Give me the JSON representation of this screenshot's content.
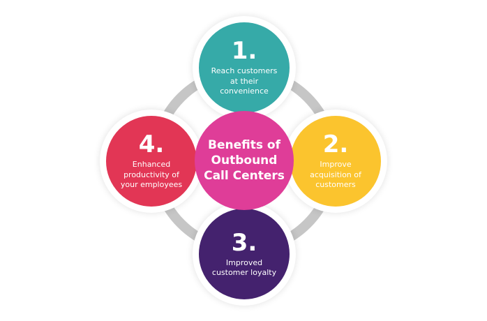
{
  "diagram": {
    "center": {
      "title": "Benefits of Outbound Call Centers",
      "color": "#df3d98"
    },
    "ring_color": "#c6c6c6",
    "nodes": [
      {
        "number": "1.",
        "text": "Reach customers at their convenience",
        "color": "#36aaa8",
        "position": "top"
      },
      {
        "number": "2.",
        "text": "Improve acquisition of customers",
        "color": "#fbc42e",
        "position": "right"
      },
      {
        "number": "3.",
        "text": "Improved customer loyalty",
        "color": "#44226e",
        "position": "bottom"
      },
      {
        "number": "4.",
        "text": "Enhanced productivity of your employees",
        "color": "#e23655",
        "position": "left"
      }
    ]
  }
}
